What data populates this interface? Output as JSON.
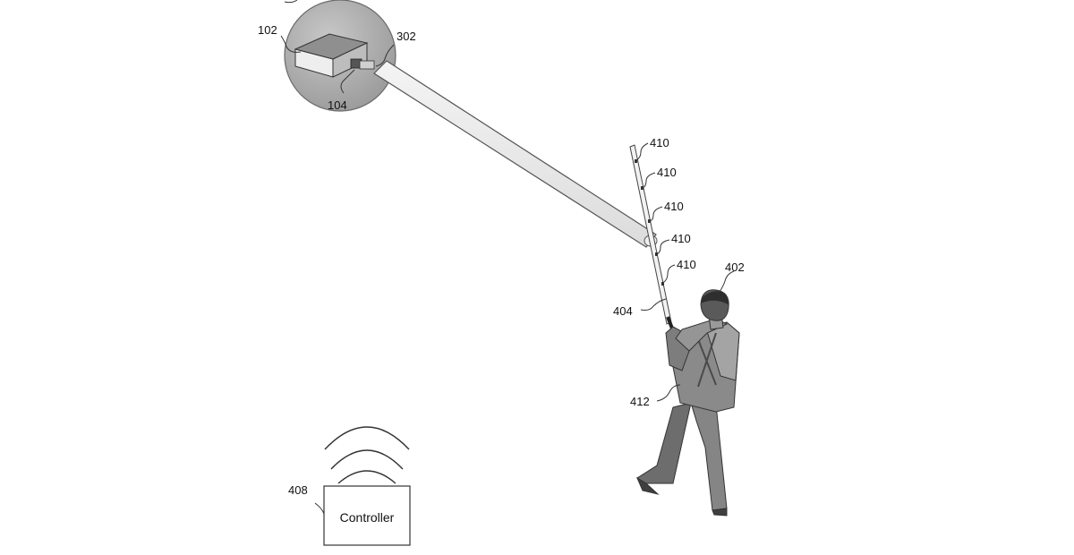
{
  "diagram": {
    "controller_label": "Controller",
    "refs": {
      "device": "102",
      "device_port": "104",
      "beam": "302",
      "user": "402",
      "wand": "404",
      "controller": "408",
      "marker_1": "410",
      "marker_2": "410",
      "marker_3": "410",
      "marker_4": "410",
      "marker_5": "410",
      "harness": "412"
    },
    "colors": {
      "line": "#333333",
      "sphere": "#a9a9a9",
      "figure": "#7a7a7a",
      "figure_dark": "#4a4a4a"
    }
  }
}
